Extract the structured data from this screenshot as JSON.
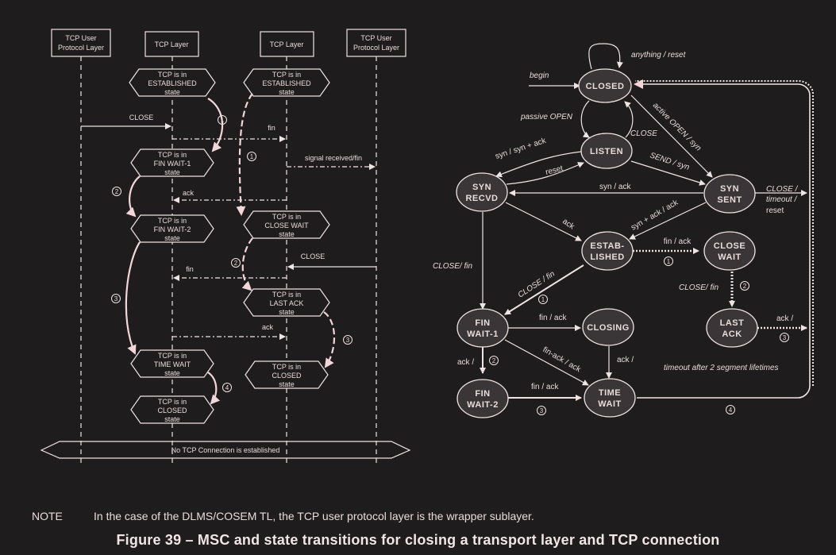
{
  "colors": {
    "background": "#1f1c1d",
    "line": "#efe4e4",
    "state_fill": "#3a3536"
  },
  "msc": {
    "lifelines": [
      {
        "id": "left-user",
        "label_lines": [
          "TCP User",
          "Protocol Layer"
        ]
      },
      {
        "id": "left-tcp",
        "label_lines": [
          "TCP Layer"
        ]
      },
      {
        "id": "right-tcp",
        "label_lines": [
          "TCP Layer"
        ]
      },
      {
        "id": "right-user",
        "label_lines": [
          "TCP User",
          "Protocol Layer"
        ]
      }
    ],
    "states": [
      {
        "id": "l-established",
        "lines": [
          "TCP is in",
          "ESTABLISHED",
          "state"
        ]
      },
      {
        "id": "r-established",
        "lines": [
          "TCP is in",
          "ESTABLISHED",
          "state"
        ]
      },
      {
        "id": "l-finwait1",
        "lines": [
          "TCP is in",
          "FIN WAIT-1",
          "state"
        ]
      },
      {
        "id": "l-finwait2",
        "lines": [
          "TCP is in",
          "FIN WAIT-2",
          "state"
        ]
      },
      {
        "id": "r-closewait",
        "lines": [
          "TCP is in",
          "CLOSE WAIT",
          "state"
        ]
      },
      {
        "id": "r-lastack",
        "lines": [
          "TCP is in",
          "LAST ACK",
          "state"
        ]
      },
      {
        "id": "l-timewait",
        "lines": [
          "TCP is in",
          "TIME WAIT",
          "state"
        ]
      },
      {
        "id": "r-closed",
        "lines": [
          "TCP is in",
          "CLOSED",
          "state"
        ]
      },
      {
        "id": "l-closed",
        "lines": [
          "TCP is in",
          "CLOSED",
          "state"
        ]
      }
    ],
    "messages": [
      {
        "label": "CLOSE",
        "from": "left-user",
        "to": "left-tcp",
        "style": "solid"
      },
      {
        "label": "fin",
        "from": "left-tcp",
        "to": "right-tcp",
        "style": "dashed"
      },
      {
        "label": "signal received/fin",
        "from": "right-tcp",
        "to": "right-user",
        "style": "dashed"
      },
      {
        "label": "ack",
        "from": "right-tcp",
        "to": "left-tcp",
        "style": "dashed"
      },
      {
        "label": "CLOSE",
        "from": "right-user",
        "to": "right-tcp",
        "style": "solid"
      },
      {
        "label": "fin",
        "from": "right-tcp",
        "to": "left-tcp",
        "style": "dashed"
      },
      {
        "label": "ack",
        "from": "left-tcp",
        "to": "right-tcp",
        "style": "dashed"
      }
    ],
    "step_markers": [
      "1",
      "1",
      "2",
      "2",
      "3",
      "3",
      "4"
    ],
    "footer": "No TCP Connection is established"
  },
  "state_machine": {
    "states": [
      {
        "id": "closed",
        "lines": [
          "CLOSED"
        ]
      },
      {
        "id": "listen",
        "lines": [
          "LISTEN"
        ]
      },
      {
        "id": "syn-recvd",
        "lines": [
          "SYN",
          "RECVD"
        ]
      },
      {
        "id": "syn-sent",
        "lines": [
          "SYN",
          "SENT"
        ]
      },
      {
        "id": "established",
        "lines": [
          "ESTAB-",
          "LISHED"
        ]
      },
      {
        "id": "close-wait",
        "lines": [
          "CLOSE",
          "WAIT"
        ]
      },
      {
        "id": "fin-wait-1",
        "lines": [
          "FIN",
          "WAIT-1"
        ]
      },
      {
        "id": "closing",
        "lines": [
          "CLOSING"
        ]
      },
      {
        "id": "last-ack",
        "lines": [
          "LAST",
          "ACK"
        ]
      },
      {
        "id": "fin-wait-2",
        "lines": [
          "FIN",
          "WAIT-2"
        ]
      },
      {
        "id": "time-wait",
        "lines": [
          "TIME",
          "WAIT"
        ]
      }
    ],
    "transitions": [
      {
        "from": "closed",
        "to": "closed",
        "label": "anything / reset"
      },
      {
        "from": "begin",
        "to": "closed",
        "label": "begin"
      },
      {
        "from": "closed",
        "to": "listen",
        "label": "passive OPEN"
      },
      {
        "from": "listen",
        "to": "closed",
        "label": "CLOSE"
      },
      {
        "from": "closed",
        "to": "syn-sent",
        "label": "active OPEN / syn"
      },
      {
        "from": "listen",
        "to": "syn-recvd",
        "label": "syn / syn + ack"
      },
      {
        "from": "syn-recvd",
        "to": "listen",
        "label": "reset"
      },
      {
        "from": "listen",
        "to": "syn-sent",
        "label": "SEND / syn"
      },
      {
        "from": "syn-sent",
        "to": "syn-recvd",
        "label": "syn / ack"
      },
      {
        "from": "syn-sent",
        "to": "closed",
        "label_lines": [
          "CLOSE /",
          "timeout /",
          "reset"
        ]
      },
      {
        "from": "syn-recvd",
        "to": "established",
        "label": "ack"
      },
      {
        "from": "syn-sent",
        "to": "established",
        "label": "syn + ack / ack"
      },
      {
        "from": "established",
        "to": "close-wait",
        "label": "fin / ack",
        "marker": "1"
      },
      {
        "from": "syn-recvd",
        "to": "fin-wait-1",
        "label": "CLOSE/ fin"
      },
      {
        "from": "established",
        "to": "fin-wait-1",
        "label": "CLOSE / fin",
        "marker": "1"
      },
      {
        "from": "close-wait",
        "to": "last-ack",
        "label": "CLOSE/ fin",
        "marker": "2"
      },
      {
        "from": "fin-wait-1",
        "to": "closing",
        "label": "fin / ack"
      },
      {
        "from": "last-ack",
        "to": "closed",
        "label": "ack /",
        "marker": "3"
      },
      {
        "from": "fin-wait-1",
        "to": "fin-wait-2",
        "label": "ack /",
        "marker": "2"
      },
      {
        "from": "fin-wait-1",
        "to": "time-wait",
        "label": "fin-ack / ack"
      },
      {
        "from": "closing",
        "to": "time-wait",
        "label": "ack /"
      },
      {
        "from": "fin-wait-2",
        "to": "time-wait",
        "label": "fin / ack",
        "marker": "3"
      },
      {
        "from": "time-wait",
        "to": "closed",
        "label": "timeout after 2 segment lifetimes",
        "marker": "4"
      }
    ]
  },
  "note": {
    "tag": "NOTE",
    "text": "In the case of the DLMS/COSEM TL, the TCP user protocol layer is the wrapper sublayer."
  },
  "caption": "Figure 39 – MSC and state transitions for closing a transport layer and TCP connection"
}
